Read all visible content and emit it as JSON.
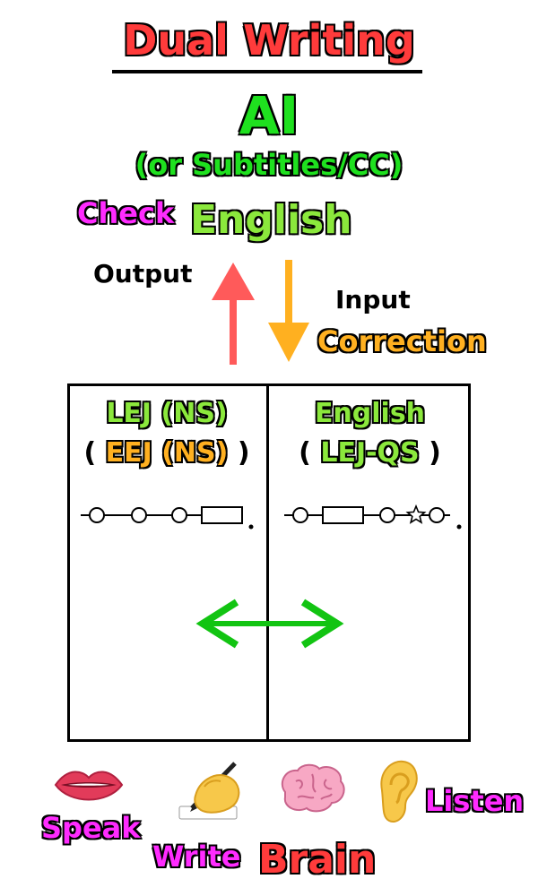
{
  "title": "Dual Writing",
  "top": {
    "ai": "AI",
    "subtitle": "(or Subtitles/CC)",
    "check": "Check",
    "english": "English"
  },
  "arrows": {
    "output": "Output",
    "input": "Input",
    "correction": "Correction"
  },
  "panel": {
    "left": {
      "line1": "LEJ (NS)",
      "line2_open": "(",
      "line2_main": "EEJ (NS)",
      "line2_close": ")"
    },
    "right": {
      "line1": "English",
      "line2_open": "(",
      "line2_main": "LEJ-QS",
      "line2_close": ")"
    }
  },
  "bottom": {
    "speak": "Speak",
    "write": "Write",
    "brain": "Brain",
    "listen": "Listen"
  },
  "icons": [
    "mouth-icon",
    "writing-hand-icon",
    "brain-icon",
    "ear-icon"
  ],
  "colors": {
    "title_red": "#ff3b3b",
    "green": "#1fe01f",
    "light_green": "#8be83c",
    "magenta": "#ff2bff",
    "orange": "#ffb020",
    "arrow_red": "#ff5a5a",
    "arrow_green": "#12c412"
  }
}
